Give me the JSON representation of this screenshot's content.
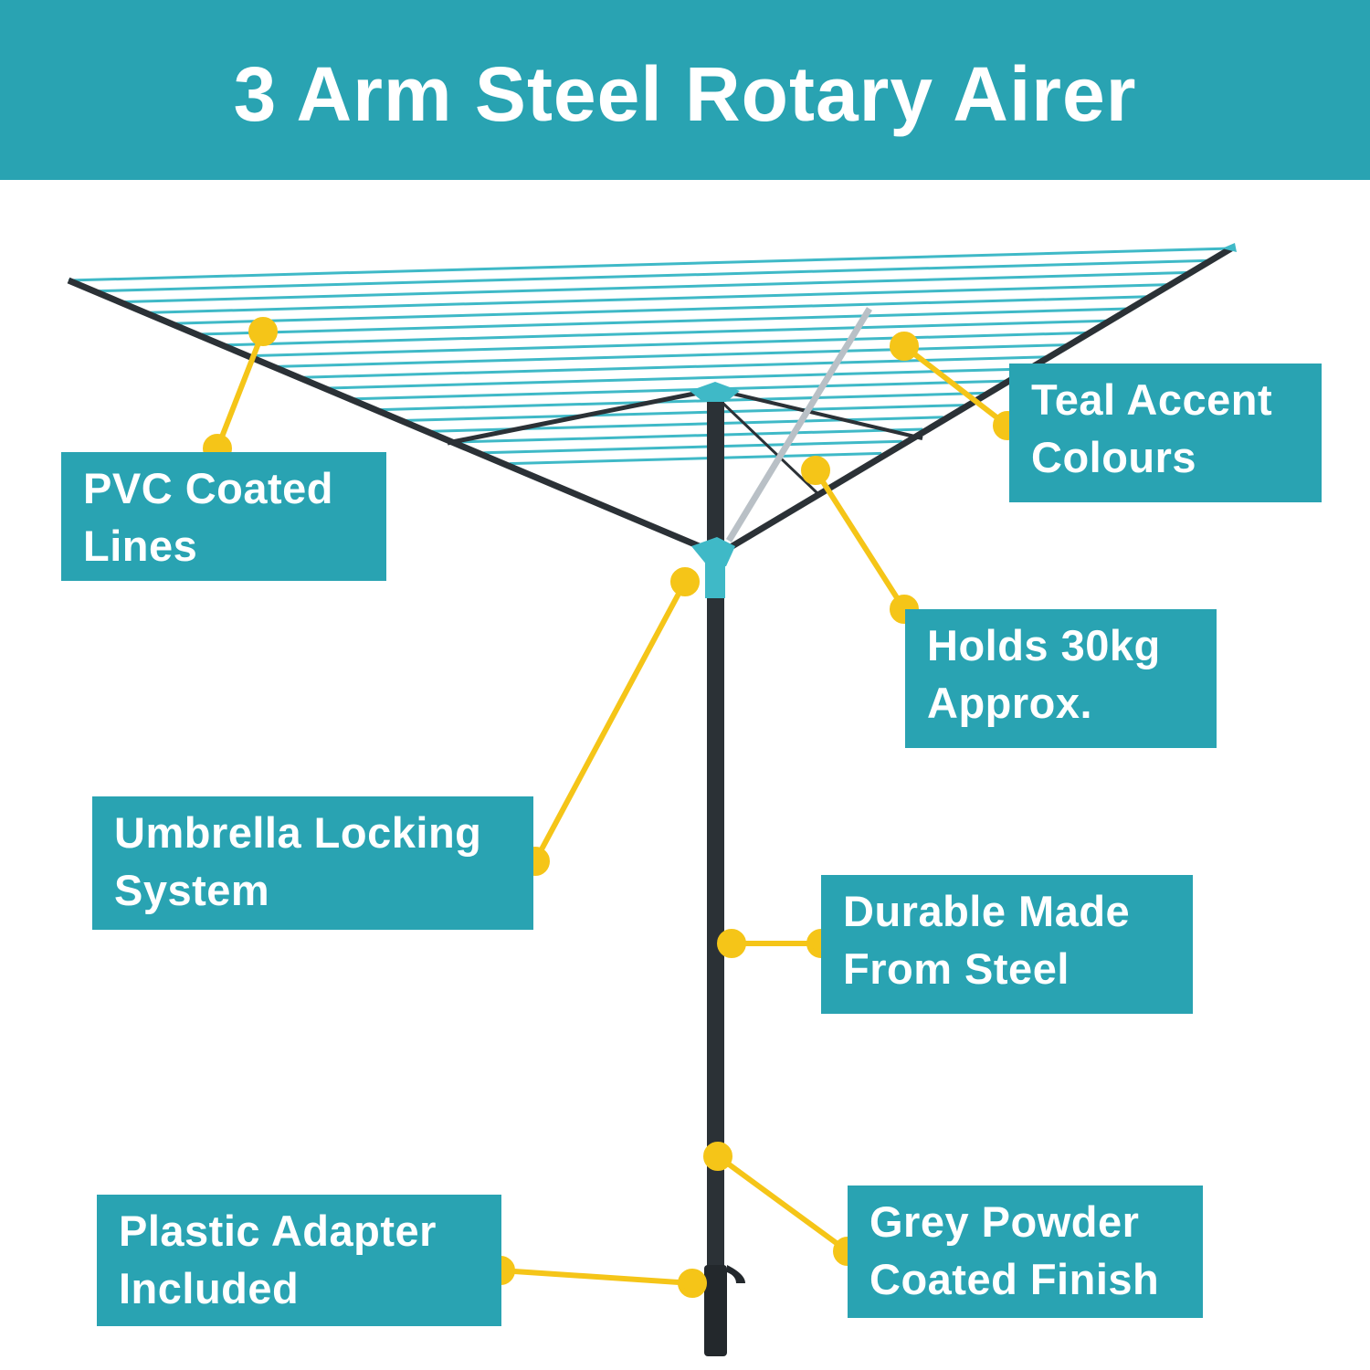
{
  "title": "3 Arm Steel Rotary Airer",
  "colors": {
    "accent": "#29a3b2",
    "callout": "#f5c518",
    "pole": "#2b3136",
    "line": "#3fb9c7"
  },
  "callouts": [
    {
      "id": "pvc",
      "line1": "PVC Coated",
      "line2": "Lines"
    },
    {
      "id": "teal",
      "line1": "Teal Accent",
      "line2": "Colours"
    },
    {
      "id": "holds",
      "line1": "Holds 30kg",
      "line2": "Approx."
    },
    {
      "id": "umbrella",
      "line1": "Umbrella Locking",
      "line2": "System"
    },
    {
      "id": "durable",
      "line1": "Durable Made",
      "line2": "From Steel"
    },
    {
      "id": "adapter",
      "line1": "Plastic Adapter",
      "line2": "Included"
    },
    {
      "id": "grey",
      "line1": "Grey Powder",
      "line2": "Coated Finish"
    }
  ]
}
